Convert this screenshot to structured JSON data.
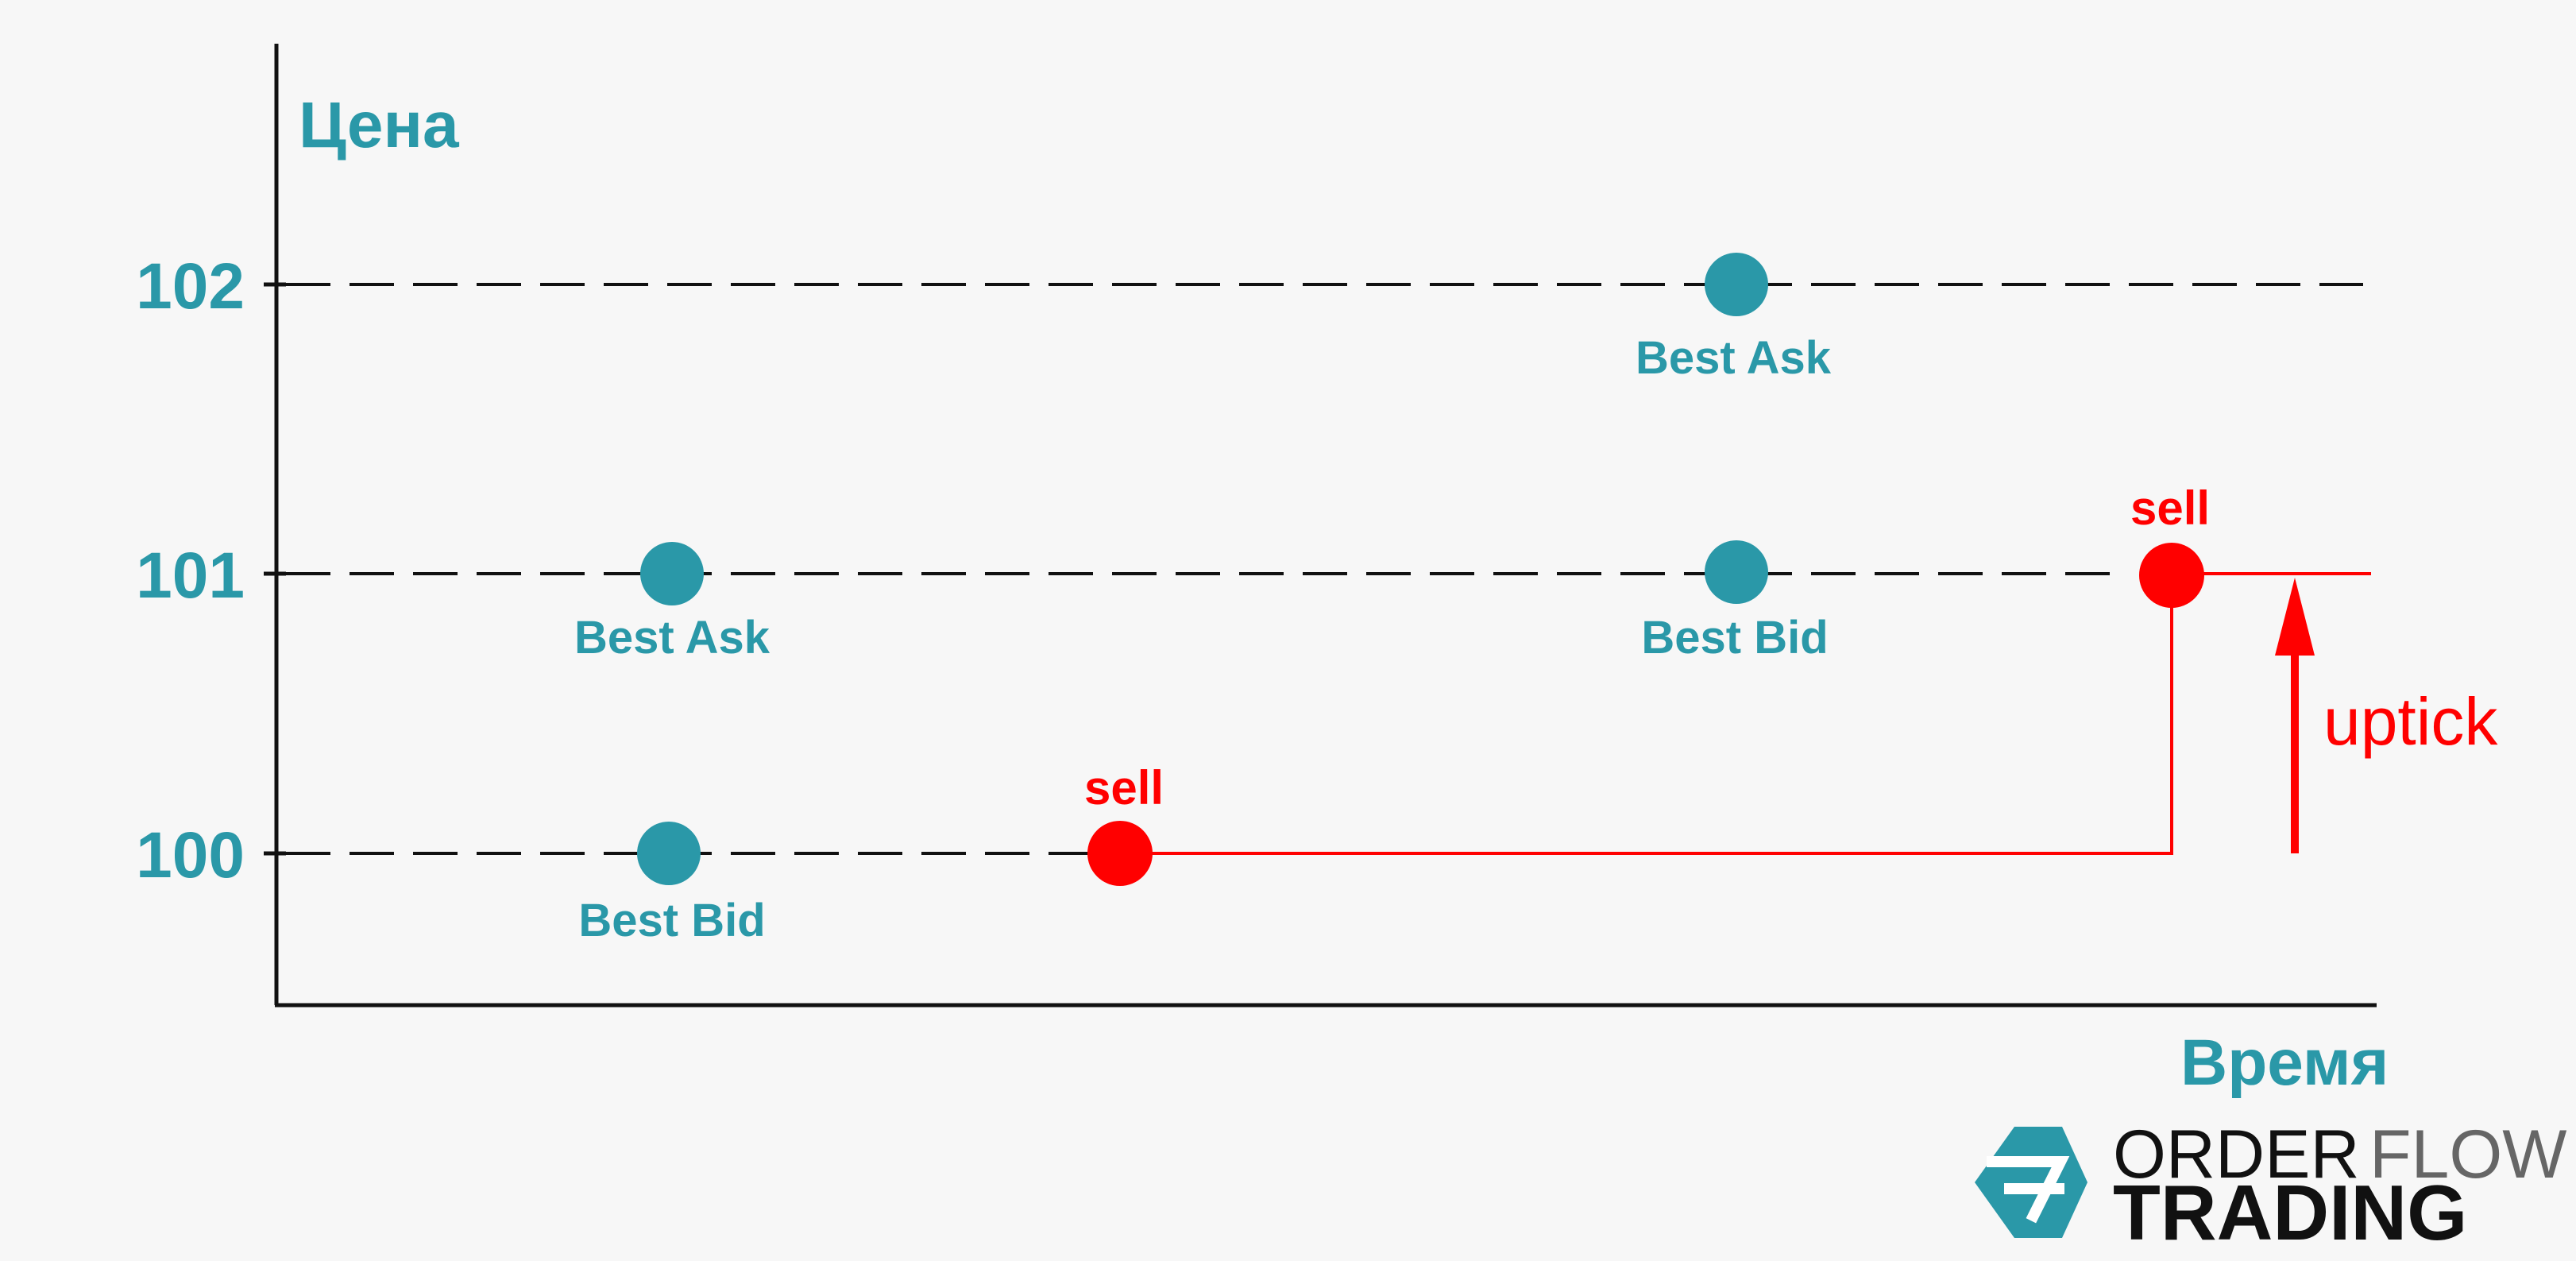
{
  "axes": {
    "y_title": "Цена",
    "x_title": "Время",
    "y_ticks": [
      "100",
      "101",
      "102"
    ]
  },
  "colors": {
    "teal": "#2a98a8",
    "red": "#ff0000",
    "axis": "#111111",
    "background": "#f7f7f7",
    "logo_dark": "#111111",
    "logo_gray": "#666666"
  },
  "points": [
    {
      "id": "best-bid-1",
      "label": "Best Bid",
      "price": 100,
      "color": "teal",
      "label_pos": "below"
    },
    {
      "id": "best-ask-1",
      "label": "Best Ask",
      "price": 101,
      "color": "teal",
      "label_pos": "below"
    },
    {
      "id": "best-ask-2",
      "label": "Best Ask",
      "price": 102,
      "color": "teal",
      "label_pos": "below"
    },
    {
      "id": "best-bid-2",
      "label": "Best Bid",
      "price": 101,
      "color": "teal",
      "label_pos": "below"
    },
    {
      "id": "sell-1",
      "label": "sell",
      "price": 100,
      "color": "red",
      "label_pos": "above"
    },
    {
      "id": "sell-2",
      "label": "sell",
      "price": 101,
      "color": "red",
      "label_pos": "above"
    }
  ],
  "annotation": {
    "uptick_label": "uptick"
  },
  "logo": {
    "word1": "ORDER",
    "word2": "FLOW",
    "word3": "TRADING"
  }
}
